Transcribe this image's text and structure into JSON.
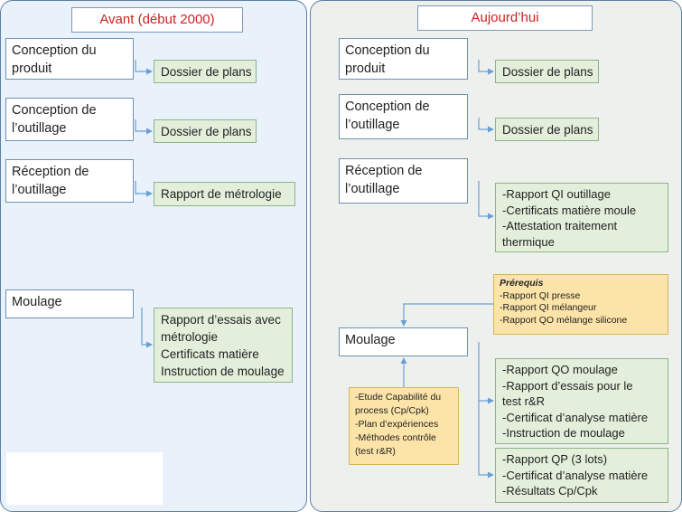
{
  "left": {
    "title": "Avant (début 2000)",
    "steps": [
      {
        "label": [
          "Conception du",
          "produit"
        ],
        "output": [
          "Dossier de plans"
        ]
      },
      {
        "label": [
          "Conception de",
          "l’outillage"
        ],
        "output": [
          "Dossier de plans"
        ]
      },
      {
        "label": [
          "Réception de",
          "l’outillage"
        ],
        "output": [
          "Rapport de métrologie"
        ]
      },
      {
        "label": [
          "Moulage"
        ],
        "output": [
          "Rapport d’essais avec",
          "métrologie",
          "Certificats matière",
          "Instruction de moulage"
        ]
      }
    ]
  },
  "right": {
    "title": "Aujourd’hui",
    "steps": [
      {
        "label": [
          "Conception du",
          "produit"
        ],
        "output": [
          "Dossier de plans"
        ]
      },
      {
        "label": [
          "Conception de",
          "l’outillage"
        ],
        "output": [
          "Dossier de plans"
        ]
      },
      {
        "label": [
          "Réception de",
          "l’outillage"
        ],
        "output": [
          "-Rapport QI outillage",
          "-Certificats matière moule",
          "-Attestation traitement",
          "thermique"
        ]
      },
      {
        "label": [
          "Moulage"
        ],
        "outputs": [
          [
            "-Rapport QO moulage",
            "-Rapport d’essais pour le",
            "test r&R",
            "-Certificat d’analyse matière",
            "-Instruction de moulage"
          ],
          [
            "-Rapport QP (3 lots)",
            "-Certificat d’analyse matière",
            "-Résultats Cp/Cpk"
          ]
        ]
      }
    ],
    "prerequis": {
      "heading": "Prérequis",
      "items": [
        "-Rapport QI presse",
        "-Rapport QI mélangeur",
        "-Rapport QO mélange silicone"
      ]
    },
    "studies": [
      "-Etude Capabilité du",
      "process (Cp/Cpk)",
      "-Plan d’expériences",
      "-Méthodes contrôle",
      "(test r&R)"
    ]
  },
  "colors": {
    "arrow": "#6a9fd4",
    "title_text": "#cc2222"
  }
}
